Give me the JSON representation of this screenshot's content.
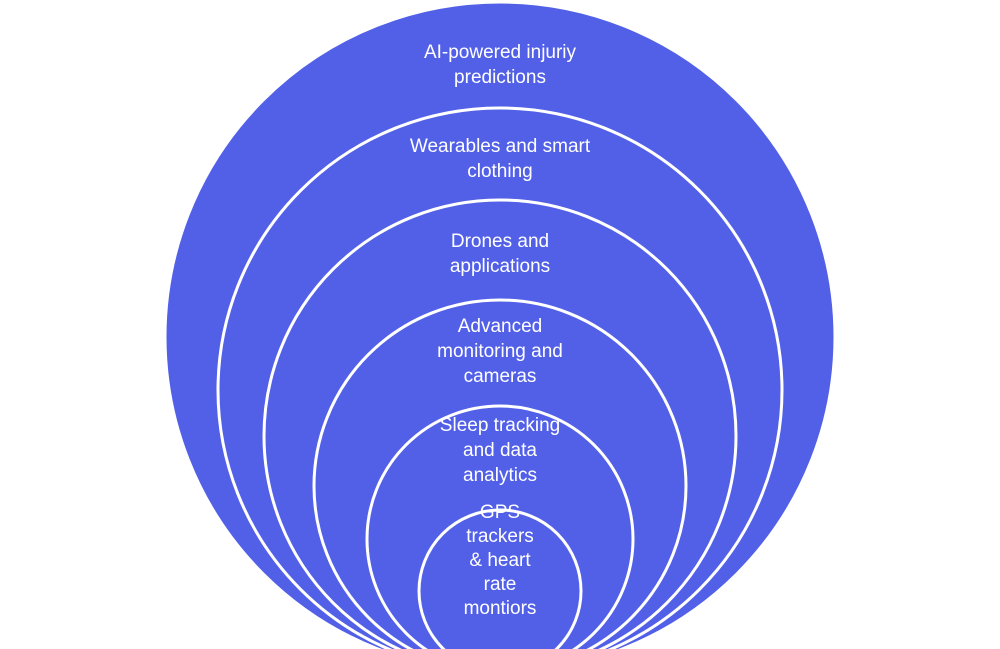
{
  "diagram": {
    "fill_color": "#5260e8",
    "stroke_color": "#ffffff",
    "text_color": "#ffffff",
    "layers": [
      {
        "id": "ai",
        "label": "AI-powered injuriy\npredictions"
      },
      {
        "id": "wearables",
        "label": "Wearables and smart\nclothing"
      },
      {
        "id": "drones",
        "label": "Drones and\napplications"
      },
      {
        "id": "monitoring",
        "label": "Advanced\nmonitoring and\ncameras"
      },
      {
        "id": "sleep",
        "label": "Sleep tracking\nand data\nanalytics"
      },
      {
        "id": "gps",
        "label": "GPS\ntrackers\n& heart\nrate\nmontiors"
      }
    ]
  }
}
